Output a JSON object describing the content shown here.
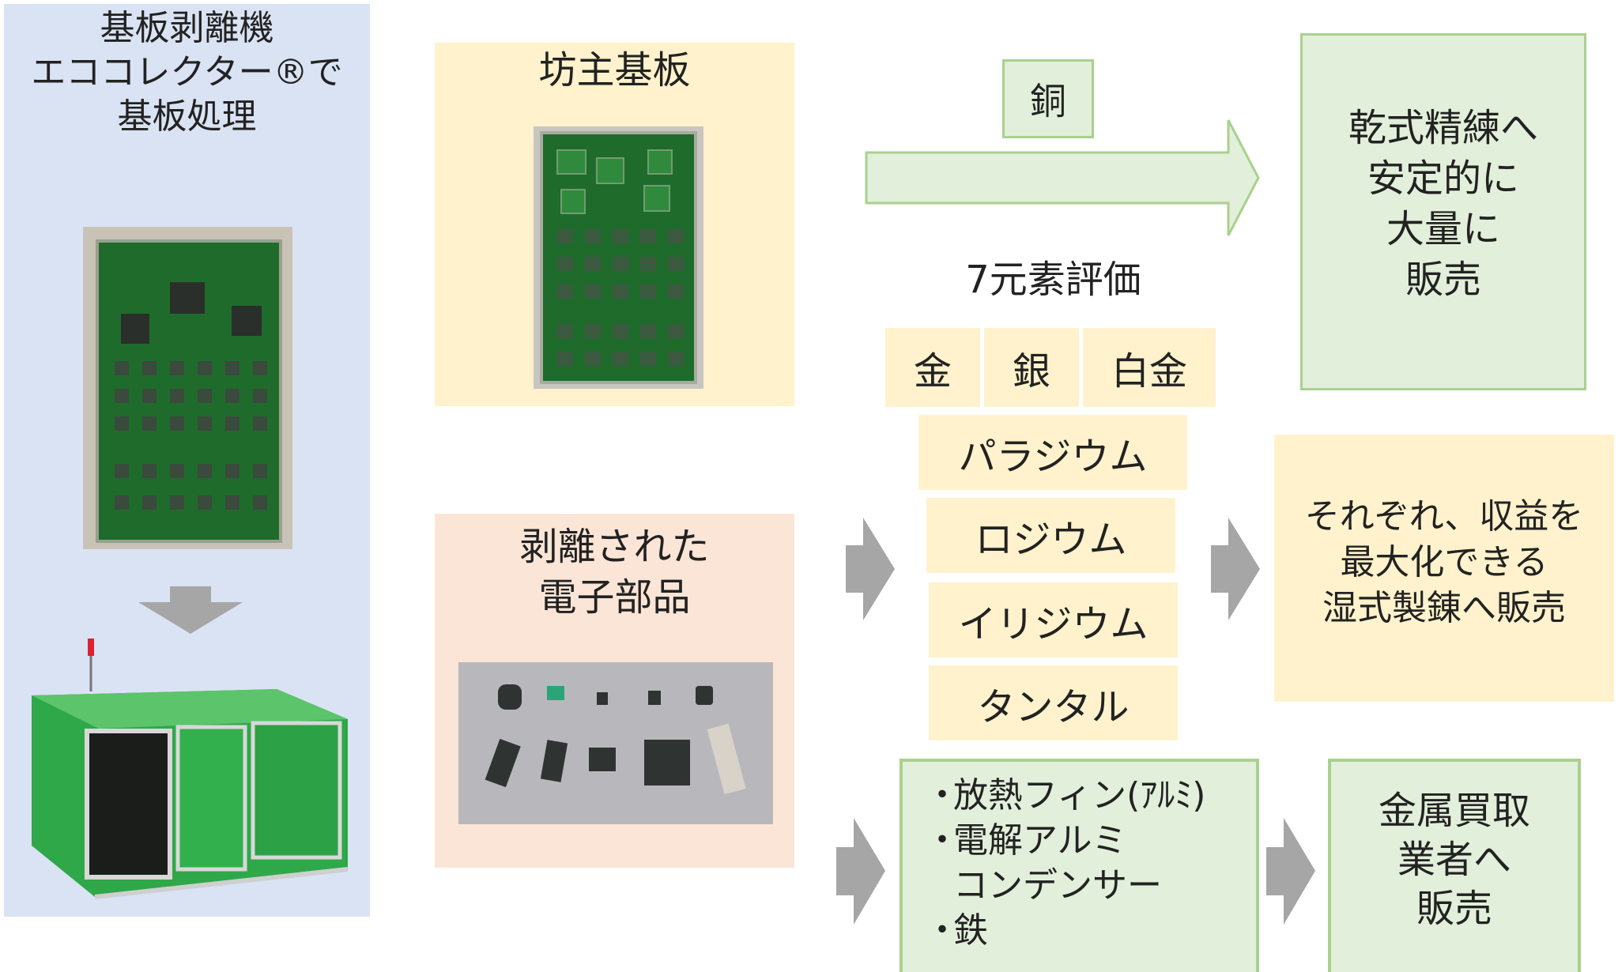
{
  "left_panel": {
    "title_lines": [
      "基板剥離機",
      "エココレクター®で",
      "基板処理"
    ]
  },
  "bozu": {
    "title": "坊主基板"
  },
  "peeled": {
    "title_lines": [
      "剥離された",
      "電子部品"
    ]
  },
  "copper": {
    "label": "銅"
  },
  "dry_refining": {
    "lines": [
      "乾式精練へ",
      "安定的に",
      "大量に",
      "販売"
    ]
  },
  "seven_elements": {
    "title": "7元素評価",
    "row1": [
      "金",
      "銀",
      "白金"
    ],
    "rows": [
      "パラジウム",
      "ロジウム",
      "イリジウム",
      "タンタル"
    ]
  },
  "wet_refining": {
    "lines": [
      "それぞれ、収益を",
      "最大化できる",
      "湿式製錬へ販売"
    ]
  },
  "misc": {
    "bullet": "・",
    "items": [
      {
        "lines": [
          "放熱フィン(ｱﾙﾐ)"
        ]
      },
      {
        "lines": [
          "電解アルミ",
          "コンデンサー"
        ]
      },
      {
        "lines": [
          "鉄"
        ]
      }
    ]
  },
  "buyer": {
    "lines": [
      "金属買取",
      "業者へ",
      "販売"
    ]
  },
  "colors": {
    "blue_panel": "#dae3f3",
    "yellow": "#fff2cc",
    "peach": "#fbe5d6",
    "green": "#e2efda",
    "green_border": "#a9d18e",
    "gray_arrow": "#a6a6a6"
  }
}
